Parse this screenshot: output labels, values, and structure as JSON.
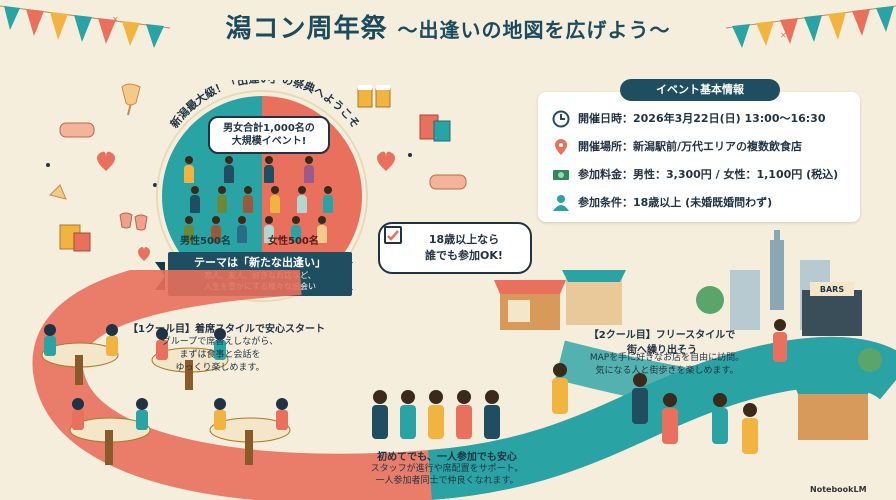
{
  "header": {
    "title": "潟コン周年祭",
    "subtitle": "〜出逢いの地図を広げよう〜"
  },
  "circle": {
    "arc_text": "新潟最大級！「出逢い」の祭典へようこそ",
    "total_bubble_line1": "男女合計1,000名の",
    "total_bubble_line2": "大規模イベント!",
    "male_label": "男性500名",
    "female_label": "女性500名",
    "male_color": "#2aa3a4",
    "female_color": "#e8705c"
  },
  "speech": {
    "line1": "18歳以上なら",
    "line2": "誰でも参加OK!"
  },
  "ribbon": {
    "theme": "テーマは「新たな出逢い」",
    "desc1": "恋人、友人、好きなお店など、",
    "desc2": "人生を豊かにする様々な出会い"
  },
  "info": {
    "heading": "イベント基本情報",
    "rows": [
      {
        "icon": "clock-icon",
        "text": "開催日時：2026年3月22日(日) 13:00〜16:30"
      },
      {
        "icon": "map-pin-icon",
        "text": "開催場所：新潟駅前/万代エリアの複数飲食店"
      },
      {
        "icon": "money-icon",
        "text": "参加料金：男性：3,300円 / 女性：1,100円 (税込)"
      },
      {
        "icon": "person-icon",
        "text": "参加条件：18歳以上 (未婚既婚問わず)"
      }
    ]
  },
  "section1": {
    "title": "【1クール目】着席スタイルで安心スタート",
    "desc1": "グループで席替えしながら、",
    "desc2": "まずは食事と会話を",
    "desc3": "ゆっくり楽しめます。"
  },
  "section2": {
    "title1": "【2クール目】フリースタイルで",
    "title2": "街へ繰り出そう",
    "desc1": "MAPを手に好きなお店を自由に訪問。",
    "desc2": "気になる人と街歩きを楽しめます。"
  },
  "bottom": {
    "line1": "初めてでも、一人参加でも安心",
    "line2": "スタッフが進行や席配置をサポート。",
    "line3": "一人参加者同士で仲良くなれます。"
  },
  "shop_sign": "BARS",
  "credit": "NotebookLM",
  "colors": {
    "teal": "#2aa3a4",
    "coral": "#e8705c",
    "navy": "#1e4e5f",
    "cream": "#f6eedd"
  }
}
